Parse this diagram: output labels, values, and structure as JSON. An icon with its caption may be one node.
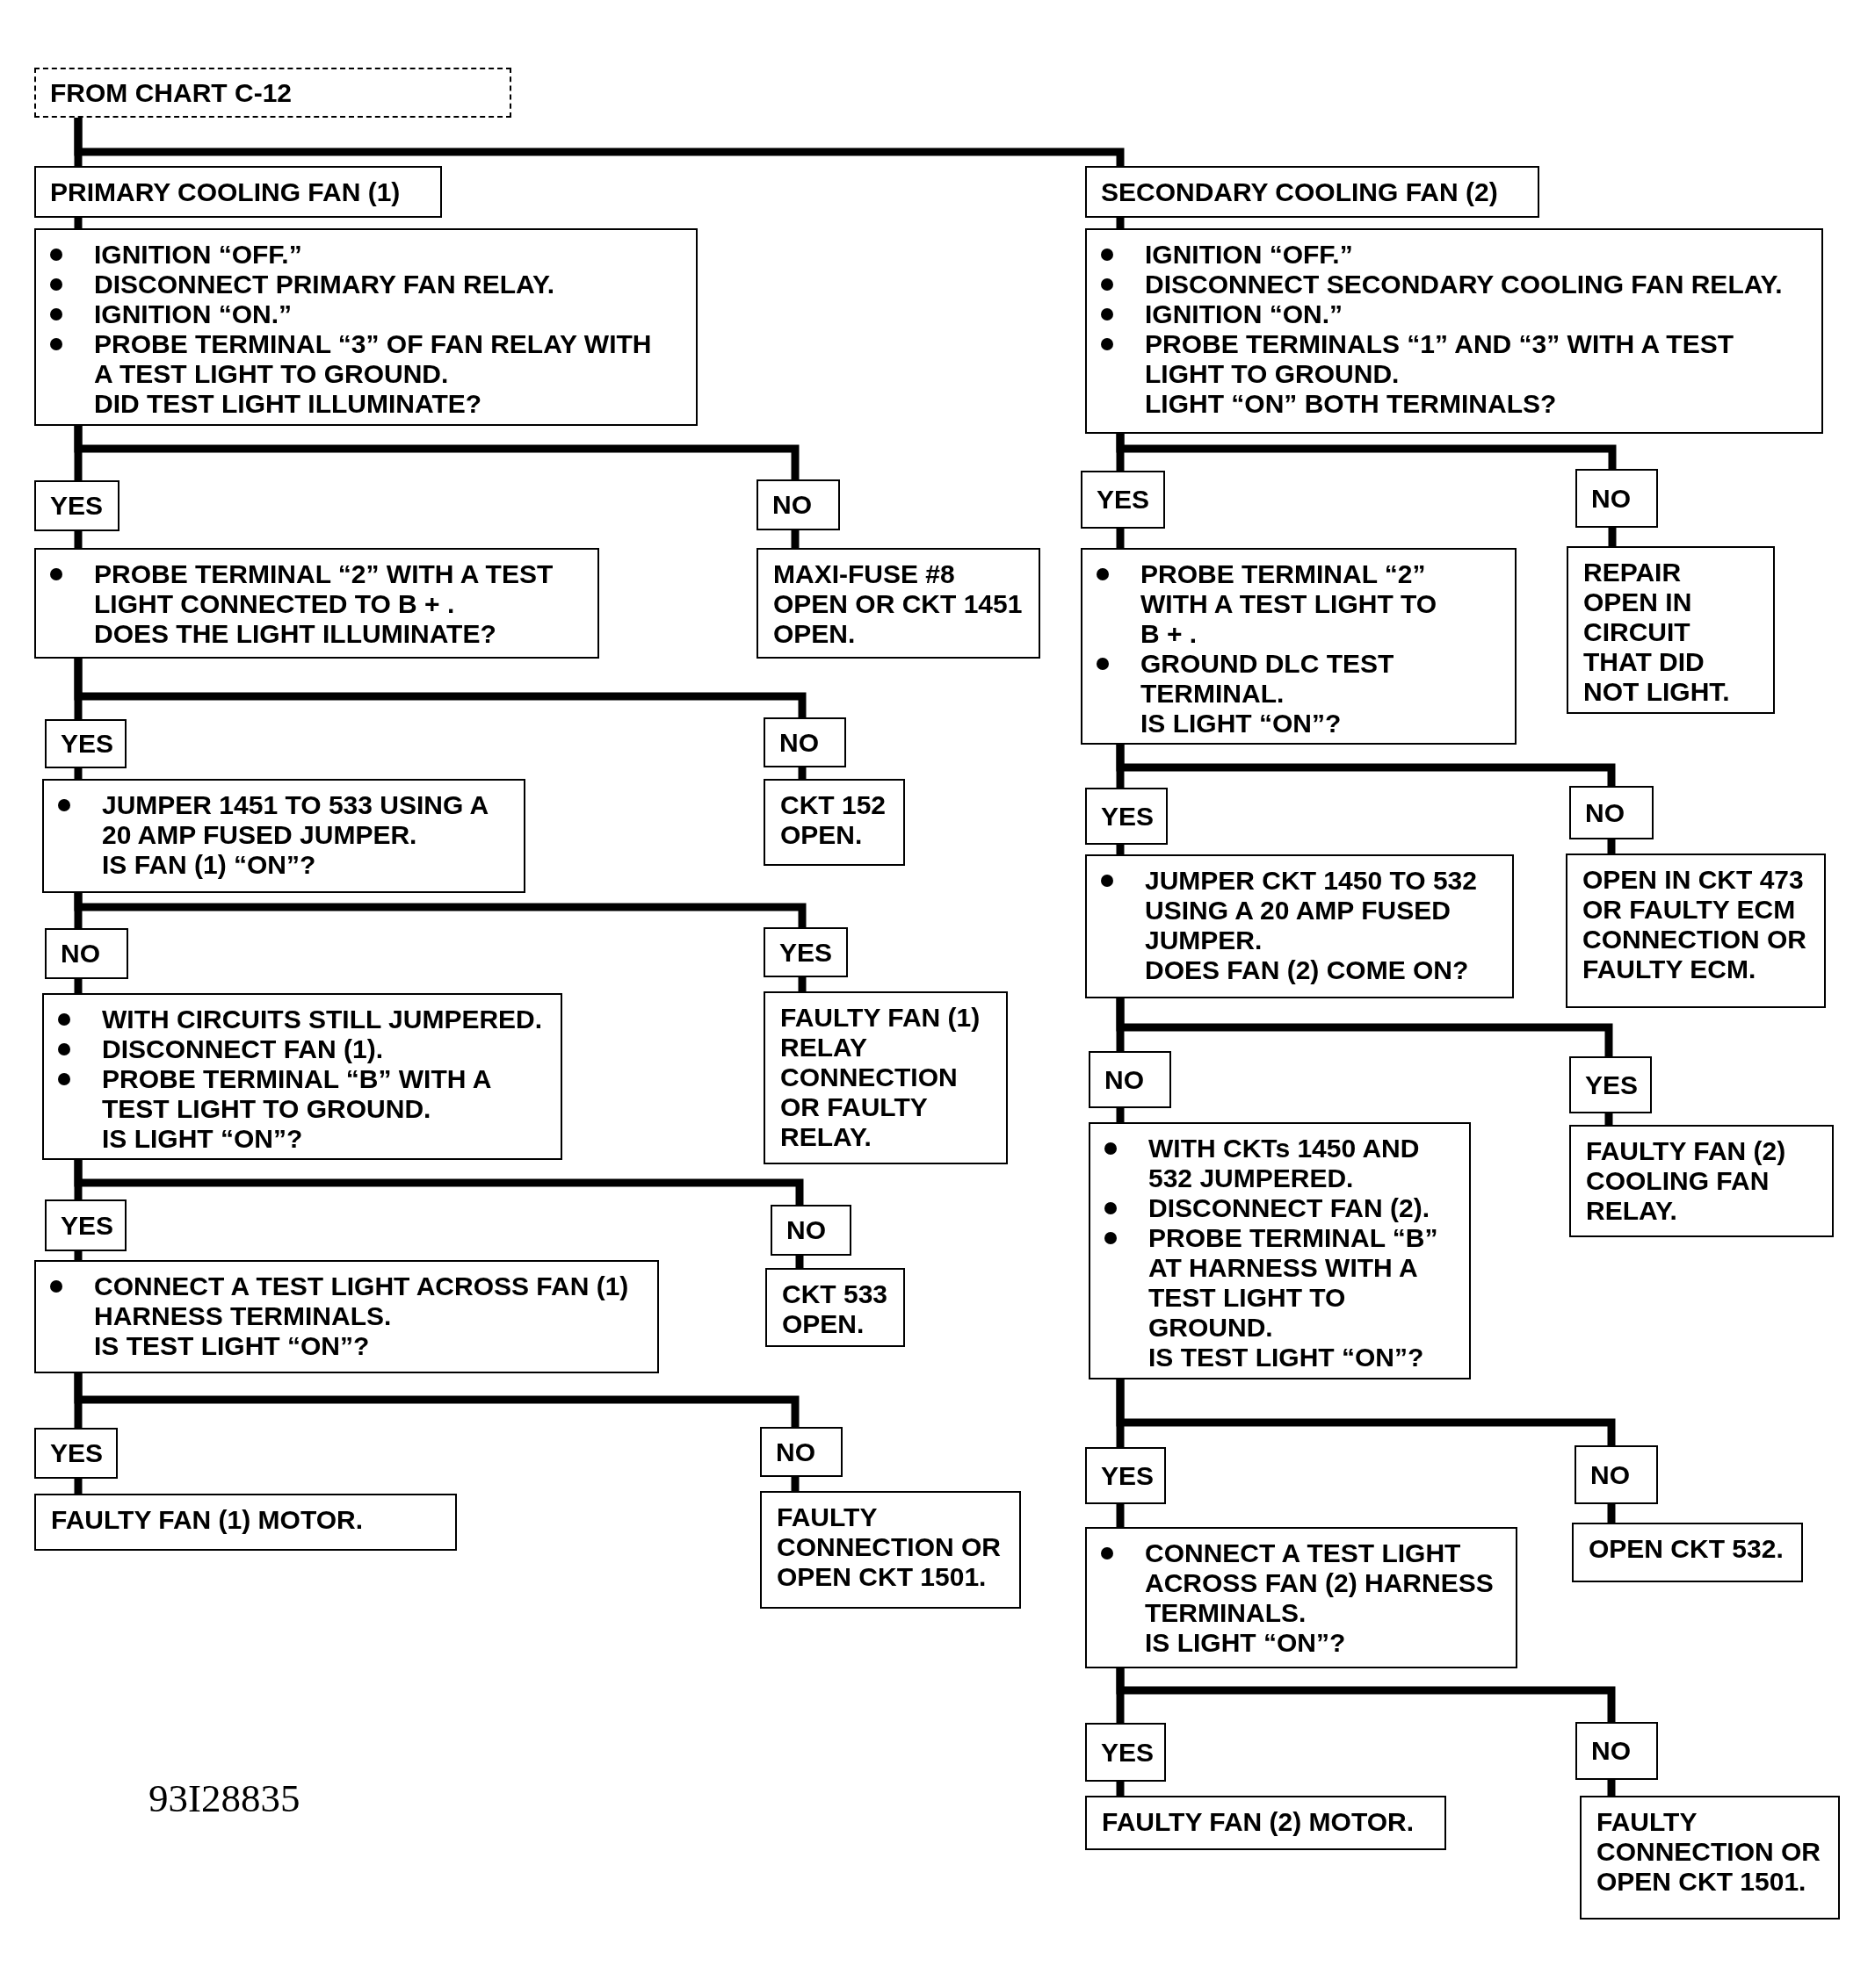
{
  "diagram": {
    "nodes": [
      {
        "text": [
          "FROM CHART C-12"
        ]
      },
      {
        "text": [
          "PRIMARY COOLING FAN (1)"
        ]
      },
      {
        "text": [
          "IGNITION “OFF.”",
          "DISCONNECT PRIMARY FAN RELAY.",
          "IGNITION “ON.”",
          "PROBE TERMINAL “3” OF FAN RELAY WITH A TEST LIGHT TO GROUND.",
          "DID TEST LIGHT ILLUMINATE?"
        ]
      },
      {
        "text": [
          "YES"
        ]
      },
      {
        "text": [
          "NO"
        ]
      },
      {
        "text": [
          "PROBE TERMINAL “2” WITH A TEST LIGHT CONNECTED TO B + .",
          "DOES THE LIGHT ILLUMINATE?"
        ]
      },
      {
        "text": [
          "MAXI-FUSE #8 OPEN OR CKT 1451 OPEN."
        ]
      },
      {
        "text": [
          "YES"
        ]
      },
      {
        "text": [
          "NO"
        ]
      },
      {
        "text": [
          "JUMPER 1451 TO 533 USING A 20 AMP FUSED JUMPER.",
          "IS FAN (1) “ON”?"
        ]
      },
      {
        "text": [
          "CKT 152 OPEN."
        ]
      },
      {
        "text": [
          "NO"
        ]
      },
      {
        "text": [
          "YES"
        ]
      },
      {
        "text": [
          "WITH CIRCUITS STILL JUMPERED.",
          "DISCONNECT FAN (1).",
          "PROBE TERMINAL “B” WITH A TEST LIGHT TO GROUND.",
          "IS LIGHT “ON”?"
        ]
      },
      {
        "text": [
          "FAULTY FAN (1) RELAY CONNECTION OR FAULTY RELAY."
        ]
      },
      {
        "text": [
          "YES"
        ]
      },
      {
        "text": [
          "NO"
        ]
      },
      {
        "text": [
          "CONNECT A TEST LIGHT ACROSS FAN (1) HARNESS TERMINALS.",
          "IS TEST LIGHT “ON”?"
        ]
      },
      {
        "text": [
          "CKT 533 OPEN."
        ]
      },
      {
        "text": [
          "YES"
        ]
      },
      {
        "text": [
          "NO"
        ]
      },
      {
        "text": [
          "FAULTY FAN (1) MOTOR."
        ]
      },
      {
        "text": [
          "FAULTY CONNECTION OR OPEN CKT 1501."
        ]
      },
      {
        "text": [
          "SECONDARY COOLING FAN (2)"
        ]
      },
      {
        "text": [
          "IGNITION “OFF.”",
          "DISCONNECT SECONDARY COOLING FAN RELAY.",
          "IGNITION “ON.”",
          "PROBE TERMINALS “1” AND “3” WITH A TEST LIGHT TO GROUND.",
          "LIGHT “ON” BOTH TERMINALS?"
        ]
      },
      {
        "text": [
          "YES"
        ]
      },
      {
        "text": [
          "NO"
        ]
      },
      {
        "text": [
          "PROBE TERMINAL “2” WITH A TEST LIGHT TO B + .",
          "GROUND DLC TEST TERMINAL.",
          "IS LIGHT “ON”?"
        ]
      },
      {
        "text": [
          "REPAIR OPEN IN CIRCUIT THAT DID NOT LIGHT."
        ]
      },
      {
        "text": [
          "YES"
        ]
      },
      {
        "text": [
          "NO"
        ]
      },
      {
        "text": [
          "JUMPER CKT 1450 TO 532 USING A 20 AMP FUSED JUMPER.",
          "DOES FAN (2) COME ON?"
        ]
      },
      {
        "text": [
          "OPEN IN CKT 473 OR FAULTY ECM CONNECTION OR FAULTY ECM."
        ]
      },
      {
        "text": [
          "NO"
        ]
      },
      {
        "text": [
          "YES"
        ]
      },
      {
        "text": [
          "WITH CKTs 1450 AND 532 JUMPERED.",
          "DISCONNECT FAN (2).",
          "PROBE TERMINAL “B” AT HARNESS WITH A TEST LIGHT TO GROUND.",
          "IS TEST LIGHT “ON”?"
        ]
      },
      {
        "text": [
          "FAULTY FAN (2) COOLING FAN RELAY."
        ]
      },
      {
        "text": [
          "YES"
        ]
      },
      {
        "text": [
          "NO"
        ]
      },
      {
        "text": [
          "CONNECT A TEST LIGHT ACROSS FAN (2) HARNESS TERMINALS.",
          "IS LIGHT “ON”?"
        ]
      },
      {
        "text": [
          "OPEN CKT 532."
        ]
      },
      {
        "text": [
          "YES"
        ]
      },
      {
        "text": [
          "NO"
        ]
      },
      {
        "text": [
          "FAULTY FAN (2) MOTOR."
        ]
      },
      {
        "text": [
          "FAULTY CONNECTION OR OPEN CKT 1501."
        ]
      }
    ],
    "edges": [
      {
        "from": 0,
        "to": 1,
        "arrow": "none"
      },
      {
        "from": 0,
        "to": 23,
        "arrow": "none"
      },
      {
        "from": 1,
        "to": 2,
        "arrow": "none"
      },
      {
        "from": 2,
        "to": 3,
        "arrow": "none"
      },
      {
        "from": 2,
        "to": 4,
        "arrow": "none"
      },
      {
        "from": 3,
        "to": 5,
        "arrow": "none"
      },
      {
        "from": 4,
        "to": 6,
        "arrow": "none"
      },
      {
        "from": 5,
        "to": 7,
        "arrow": "none"
      },
      {
        "from": 5,
        "to": 8,
        "arrow": "none"
      },
      {
        "from": 7,
        "to": 9,
        "arrow": "none"
      },
      {
        "from": 8,
        "to": 10,
        "arrow": "none"
      },
      {
        "from": 9,
        "to": 11,
        "arrow": "none"
      },
      {
        "from": 9,
        "to": 12,
        "arrow": "none"
      },
      {
        "from": 11,
        "to": 13,
        "arrow": "none"
      },
      {
        "from": 12,
        "to": 14,
        "arrow": "none"
      },
      {
        "from": 13,
        "to": 15,
        "arrow": "none"
      },
      {
        "from": 13,
        "to": 16,
        "arrow": "none"
      },
      {
        "from": 15,
        "to": 17,
        "arrow": "none"
      },
      {
        "from": 16,
        "to": 18,
        "arrow": "none"
      },
      {
        "from": 17,
        "to": 19,
        "arrow": "none"
      },
      {
        "from": 17,
        "to": 20,
        "arrow": "none"
      },
      {
        "from": 19,
        "to": 21,
        "arrow": "none"
      },
      {
        "from": 20,
        "to": 22,
        "arrow": "none"
      },
      {
        "from": 23,
        "to": 24,
        "arrow": "none"
      },
      {
        "from": 24,
        "to": 25,
        "arrow": "none"
      },
      {
        "from": 24,
        "to": 26,
        "arrow": "none"
      },
      {
        "from": 25,
        "to": 27,
        "arrow": "none"
      },
      {
        "from": 26,
        "to": 28,
        "arrow": "none"
      },
      {
        "from": 27,
        "to": 29,
        "arrow": "none"
      },
      {
        "from": 27,
        "to": 30,
        "arrow": "none"
      },
      {
        "from": 29,
        "to": 31,
        "arrow": "none"
      },
      {
        "from": 30,
        "to": 32,
        "arrow": "none"
      },
      {
        "from": 31,
        "to": 33,
        "arrow": "none"
      },
      {
        "from": 31,
        "to": 34,
        "arrow": "none"
      },
      {
        "from": 33,
        "to": 35,
        "arrow": "none"
      },
      {
        "from": 34,
        "to": 36,
        "arrow": "none"
      },
      {
        "from": 35,
        "to": 37,
        "arrow": "none"
      },
      {
        "from": 35,
        "to": 38,
        "arrow": "none"
      },
      {
        "from": 37,
        "to": 39,
        "arrow": "none"
      },
      {
        "from": 38,
        "to": 40,
        "arrow": "none"
      },
      {
        "from": 39,
        "to": 41,
        "arrow": "none"
      },
      {
        "from": 39,
        "to": 42,
        "arrow": "none"
      },
      {
        "from": 41,
        "to": 43,
        "arrow": "none"
      },
      {
        "from": 42,
        "to": 44,
        "arrow": "none"
      }
    ],
    "labels": [
      "93I28835"
    ]
  }
}
